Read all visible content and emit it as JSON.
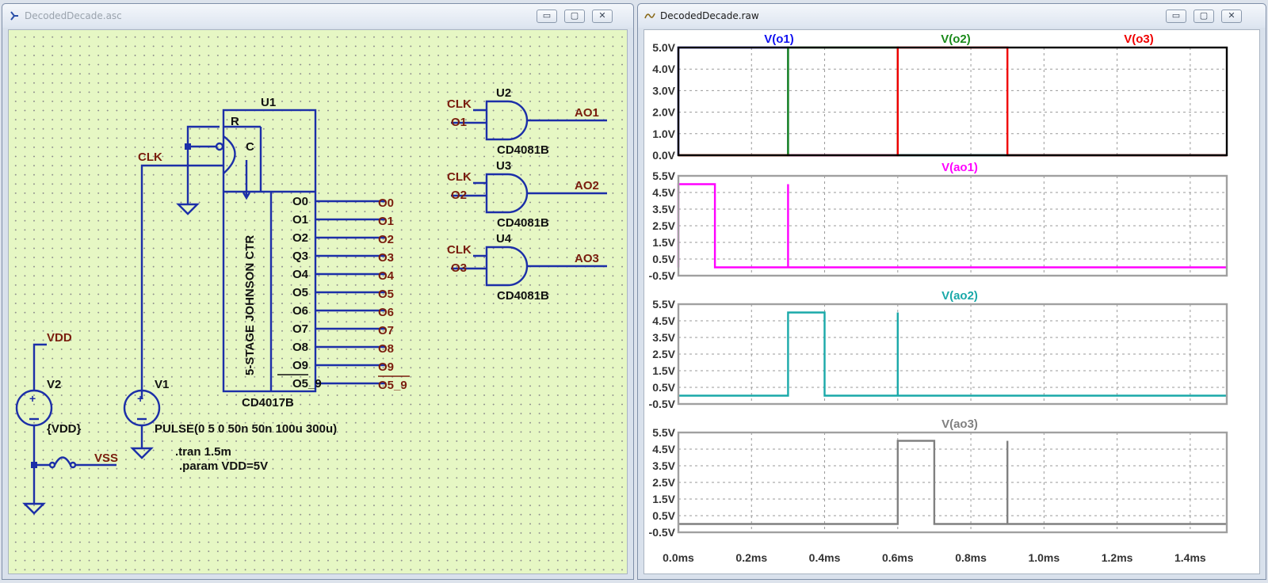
{
  "schematic_window": {
    "title": "DecodedDecade.asc",
    "buttons": {
      "minimize": "▭",
      "maximize": "▢",
      "close": "✕"
    },
    "icon": "ltspice-schematic-icon"
  },
  "waveform_window": {
    "title": "DecodedDecade.raw",
    "buttons": {
      "minimize": "▭",
      "maximize": "▢",
      "close": "✕"
    },
    "icon": "waveform-icon"
  },
  "schematic": {
    "u1": {
      "ref": "U1",
      "part": "CD4017B",
      "block_label": "5-STAGE JOHNSON CTR",
      "pin_r": "R",
      "pin_c": "C",
      "pins": [
        "O0",
        "O1",
        "O2",
        "Q3",
        "O4",
        "O5",
        "O6",
        "O7",
        "O8",
        "O9",
        "O5_9"
      ],
      "nets": [
        "O0",
        "O1",
        "O2",
        "O3",
        "O4",
        "O5",
        "O6",
        "O7",
        "O8",
        "O9",
        "O5_9"
      ]
    },
    "clk_net": "CLK",
    "gates": [
      {
        "ref": "U2",
        "part": "CD4081B",
        "in1": "CLK",
        "in2": "O1",
        "out": "AO1"
      },
      {
        "ref": "U3",
        "part": "CD4081B",
        "in1": "CLK",
        "in2": "O2",
        "out": "AO2"
      },
      {
        "ref": "U4",
        "part": "CD4081B",
        "in1": "CLK",
        "in2": "O3",
        "out": "AO3"
      }
    ],
    "v2": {
      "ref": "V2",
      "value": "{VDD}",
      "net": "VDD"
    },
    "v1": {
      "ref": "V1",
      "value": "PULSE(0 5 0 50n 50n 100u 300u)"
    },
    "vss": "VSS",
    "directives": [
      ".tran 1.5m",
      ".param VDD=5V"
    ]
  },
  "colors": {
    "blue": "#1010f0",
    "green": "#1a8a1a",
    "red": "#f00000",
    "magenta": "#ff00ff",
    "teal": "#1aa9a9",
    "gray": "#808080",
    "wire": "#1c2fa8",
    "net_label": "#7a1d0e",
    "schematic_bg": "#e6f7c4"
  },
  "chart_data": [
    {
      "type": "line",
      "traces": [
        "V(o1)",
        "V(o2)",
        "V(o3)"
      ],
      "yticks": [
        "5.0V",
        "4.0V",
        "3.0V",
        "2.0V",
        "1.0V",
        "0.0V"
      ],
      "ylim": [
        0,
        5
      ],
      "xlim": [
        0,
        1.5
      ],
      "series": [
        {
          "name": "V(o1)",
          "color": "#1010f0",
          "x": [
            0,
            0,
            0.3,
            0.3,
            1.5
          ],
          "y": [
            0,
            5,
            5,
            0,
            0
          ]
        },
        {
          "name": "V(o2)",
          "color": "#1a8a1a",
          "x": [
            0,
            0.3,
            0.3,
            0.6,
            0.6,
            1.5
          ],
          "y": [
            0,
            0,
            5,
            5,
            0,
            0
          ]
        },
        {
          "name": "V(o3)",
          "color": "#f00000",
          "x": [
            0,
            0.6,
            0.6,
            0.9,
            0.9,
            1.5
          ],
          "y": [
            0,
            0,
            5,
            5,
            0,
            0
          ]
        }
      ]
    },
    {
      "type": "line",
      "traces": [
        "V(ao1)"
      ],
      "yticks": [
        "5.5V",
        "4.5V",
        "3.5V",
        "2.5V",
        "1.5V",
        "0.5V",
        "-0.5V"
      ],
      "ylim": [
        -0.5,
        5.5
      ],
      "xlim": [
        0,
        1.5
      ],
      "series": [
        {
          "name": "V(ao1)",
          "color": "#ff00ff",
          "x": [
            0,
            0,
            0.1,
            0.1,
            0.3,
            0.3,
            0.3,
            1.5
          ],
          "y": [
            0,
            5,
            5,
            0,
            0,
            5,
            0,
            0
          ]
        }
      ]
    },
    {
      "type": "line",
      "traces": [
        "V(ao2)"
      ],
      "yticks": [
        "5.5V",
        "4.5V",
        "3.5V",
        "2.5V",
        "1.5V",
        "0.5V",
        "-0.5V"
      ],
      "ylim": [
        -0.5,
        5.5
      ],
      "xlim": [
        0,
        1.5
      ],
      "series": [
        {
          "name": "V(ao2)",
          "color": "#1aa9a9",
          "x": [
            0,
            0.3,
            0.3,
            0.4,
            0.4,
            0.6,
            0.6,
            0.6,
            1.5
          ],
          "y": [
            0,
            0,
            5,
            5,
            0,
            0,
            5,
            0,
            0
          ]
        }
      ]
    },
    {
      "type": "line",
      "traces": [
        "V(ao3)"
      ],
      "yticks": [
        "5.5V",
        "4.5V",
        "3.5V",
        "2.5V",
        "1.5V",
        "0.5V",
        "-0.5V"
      ],
      "ylim": [
        -0.5,
        5.5
      ],
      "xlim": [
        0,
        1.5
      ],
      "series": [
        {
          "name": "V(ao3)",
          "color": "#808080",
          "x": [
            0,
            0.6,
            0.6,
            0.7,
            0.7,
            0.9,
            0.9,
            0.9,
            1.5
          ],
          "y": [
            0,
            0,
            5,
            5,
            0,
            0,
            5,
            0,
            0
          ]
        }
      ]
    }
  ],
  "x_axis": {
    "ticks": [
      "0.0ms",
      "0.2ms",
      "0.4ms",
      "0.6ms",
      "0.8ms",
      "1.0ms",
      "1.2ms",
      "1.4ms"
    ],
    "values": [
      0,
      0.2,
      0.4,
      0.6,
      0.8,
      1.0,
      1.2,
      1.4
    ]
  }
}
